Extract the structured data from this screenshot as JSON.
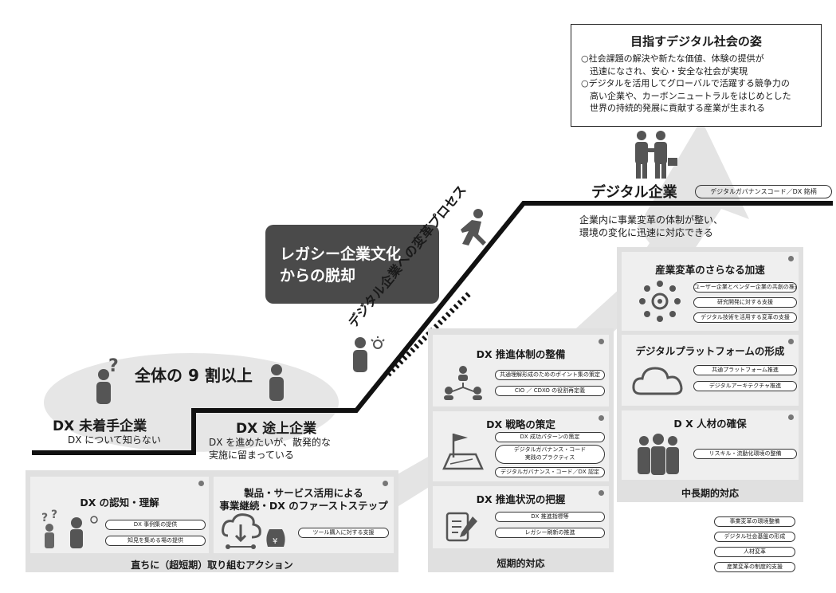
{
  "goal": {
    "title": "目指すデジタル社会の姿",
    "lines": [
      "○社会課題の解決や新たな価値、体験の提供が",
      "　迅速になされ、安心・安全な社会が実現",
      "○デジタルを活用してグローバルで活躍する競争力の",
      "　高い企業や、カーボンニュートラルをはじめとした",
      "　世界の持続的発展に貢献する産業が生まれる"
    ]
  },
  "stages": {
    "digital": {
      "title": "デジタル企業",
      "badge": "デジタルガバナンスコード／DX 銘柄",
      "desc1": "企業内に事業変革の体制が整い、",
      "desc2": "環境の変化に迅速に対応できる"
    },
    "legacy": {
      "line1": "レガシー企業文化",
      "line2": "からの脱却"
    },
    "process": "デジタル企業への変革プロセス",
    "majority": "全体の 9 割以上",
    "not_started": {
      "title": "DX 未着手企業",
      "sub": "DX について知らない"
    },
    "in_progress": {
      "title": "DX 途上企業",
      "sub1": "DX を進めたいが、散発的な",
      "sub2": "実施に留まっている"
    }
  },
  "immediate": {
    "footer": "直ちに（超短期）取り組むアクション",
    "card1": {
      "title": "DX の認知・理解",
      "items": [
        "DX 事例集の提供",
        "知見を集める場の提供"
      ]
    },
    "card2": {
      "title1": "製品・サービス活用による",
      "title2": "事業継続・DX のファーストステップ",
      "items": [
        "ツール購入に対する支援"
      ]
    }
  },
  "short_term": {
    "footer": "短期的対応",
    "card1": {
      "title": "DX 推進体制の整備",
      "items": [
        "共通理解形成のためのポイント集の策定",
        "CIO ／ CDXO の役割再定義"
      ]
    },
    "card2": {
      "title": "DX 戦略の策定",
      "items": [
        "DX 成功パターンの策定",
        "デジタルガバナンス・コード",
        "実践のプラクティス",
        "デジタルガバナンス・コード／DX 認定"
      ]
    },
    "card3": {
      "title": "DX 推進状況の把握",
      "items": [
        "DX 推進指標等",
        "レガシー刷新の推進"
      ]
    }
  },
  "mid_long": {
    "footer": "中長期的対応",
    "card1": {
      "title": "産業変革のさらなる加速",
      "items": [
        "ユーザー企業とベンダー企業の共創の推進",
        "研究開発に対する支援",
        "デジタル技術を活用する変革の支援"
      ]
    },
    "card2": {
      "title": "デジタルプラットフォームの形成",
      "items": [
        "共通プラットフォーム推進",
        "デジタルアーキテクチャ推進"
      ]
    },
    "card3": {
      "title": "D X 人材の確保",
      "items": [
        "リスキル・流動化環境の整備"
      ]
    }
  },
  "legend": [
    "事業変革の環境整備",
    "デジタル社会基盤の形成",
    "人材変革",
    "産業変革の制度的支援"
  ],
  "colors": {
    "panel": "#e0e0e0",
    "card": "#efefef",
    "dark_box": "#4a4a4a",
    "step_line": "#111111"
  }
}
